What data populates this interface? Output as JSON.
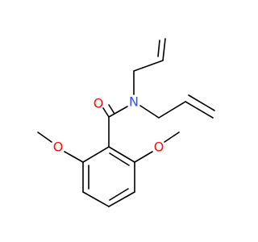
{
  "molecule": {
    "atoms": {
      "carbonyl_oxygen": {
        "label": "O",
        "color": "#ff0d0d"
      },
      "amide_nitrogen": {
        "label": "N",
        "color": "#3050f8"
      },
      "left_methoxy_oxygen": {
        "label": "O",
        "color": "#ff0d0d"
      },
      "right_methoxy_oxygen": {
        "label": "O",
        "color": "#ff0d0d"
      }
    },
    "bond_color": "#000000",
    "background": "#ffffff"
  }
}
